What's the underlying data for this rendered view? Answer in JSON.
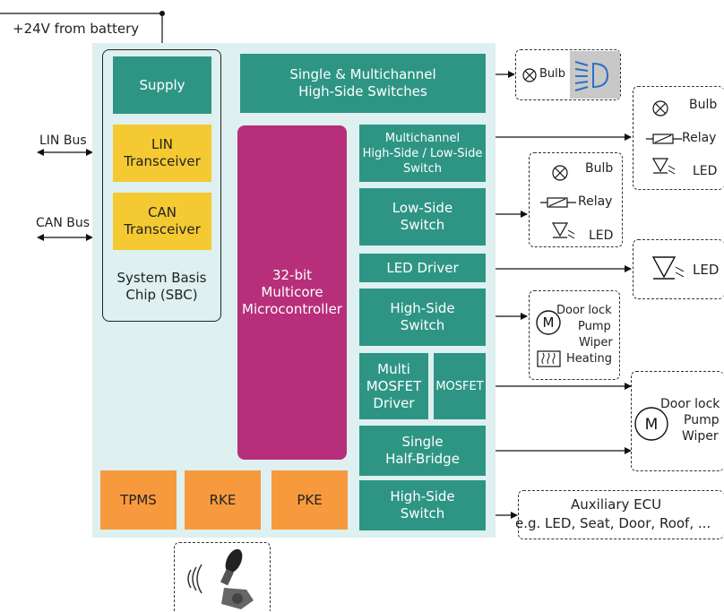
{
  "supply_label": "+24V from battery",
  "bus": {
    "lin": "LIN Bus",
    "can": "CAN Bus"
  },
  "sbc": {
    "supply": "Supply",
    "lin": "LIN\nTransceiver",
    "can": "CAN\nTransceiver",
    "label": "System Basis\nChip (SBC)"
  },
  "mcu": "32-bit\nMulticore\nMicrocontroller",
  "blocks": {
    "single_multi_hss": "Single & Multichannel\nHigh-Side Switches",
    "multi_hs_ls": "Multichannel\nHigh-Side / Low-Side\nSwitch",
    "low_side": "Low-Side\nSwitch",
    "led_driver": "LED  Driver",
    "high_side_1": "High-Side\nSwitch",
    "multi_mosfet": "Multi\nMOSFET\nDriver",
    "mosfet": "MOSFET",
    "half_bridge": "Single\nHalf-Bridge",
    "high_side_2": "High-Side\nSwitch"
  },
  "rf": {
    "tpms": "TPMS",
    "rke": "RKE",
    "pke": "PKE"
  },
  "loads": {
    "l1": {
      "bulb": "Bulb"
    },
    "l2": {
      "bulb": "Bulb",
      "relay": "Relay",
      "led": "LED"
    },
    "l3": {
      "bulb": "Bulb",
      "relay": "Relay",
      "led": "LED"
    },
    "l4": {
      "led": "LED"
    },
    "l5": {
      "door_lock": "Door lock",
      "pump": "Pump",
      "wiper": "Wiper",
      "heating": "Heating",
      "motor": "M"
    },
    "l6": {
      "door_lock": "Door lock",
      "pump": "Pump",
      "wiper": "Wiper",
      "motor": "M"
    },
    "aux": {
      "title": "Auxiliary ECU",
      "desc": "e.g. LED, Seat, Door, Roof, ..."
    }
  }
}
